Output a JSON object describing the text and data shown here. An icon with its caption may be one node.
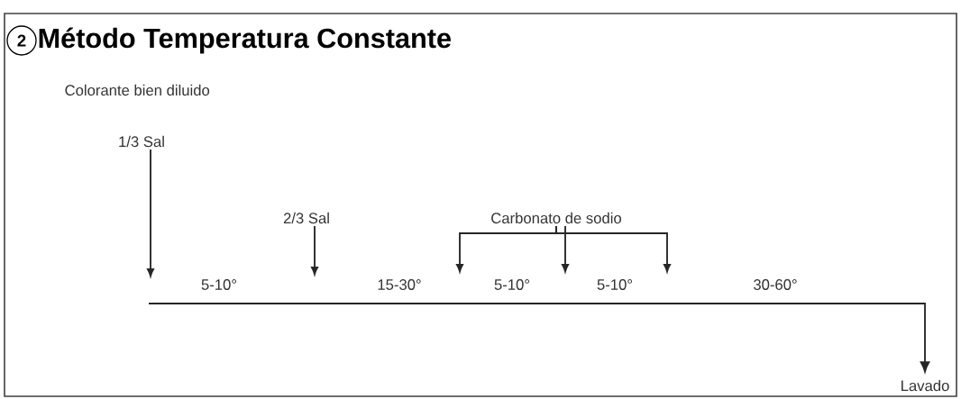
{
  "diagram": {
    "title": "Método Temperatura Constante",
    "nodes": [
      {
        "text": [
          "1/3 Sal"
        ]
      },
      {
        "text": [
          "2/3 Sal"
        ]
      },
      {
        "text": [
          "Carbonato de sodio"
        ]
      },
      {
        "text": [
          "Lavado"
        ]
      }
    ],
    "edges": [
      {
        "from": 0,
        "to": null,
        "arrow": "to"
      },
      {
        "from": 1,
        "to": null,
        "arrow": "to"
      },
      {
        "from": 2,
        "to": null,
        "arrow": "to"
      },
      {
        "from": 2,
        "to": null,
        "arrow": "to"
      },
      {
        "from": 2,
        "to": null,
        "arrow": "to"
      },
      {
        "from": null,
        "to": 3,
        "arrow": "to"
      }
    ],
    "labels": [
      "2",
      "Colorante bien diluido",
      "5-10°",
      "15-30°",
      "5-10°",
      "5-10°",
      "30-60°"
    ]
  }
}
